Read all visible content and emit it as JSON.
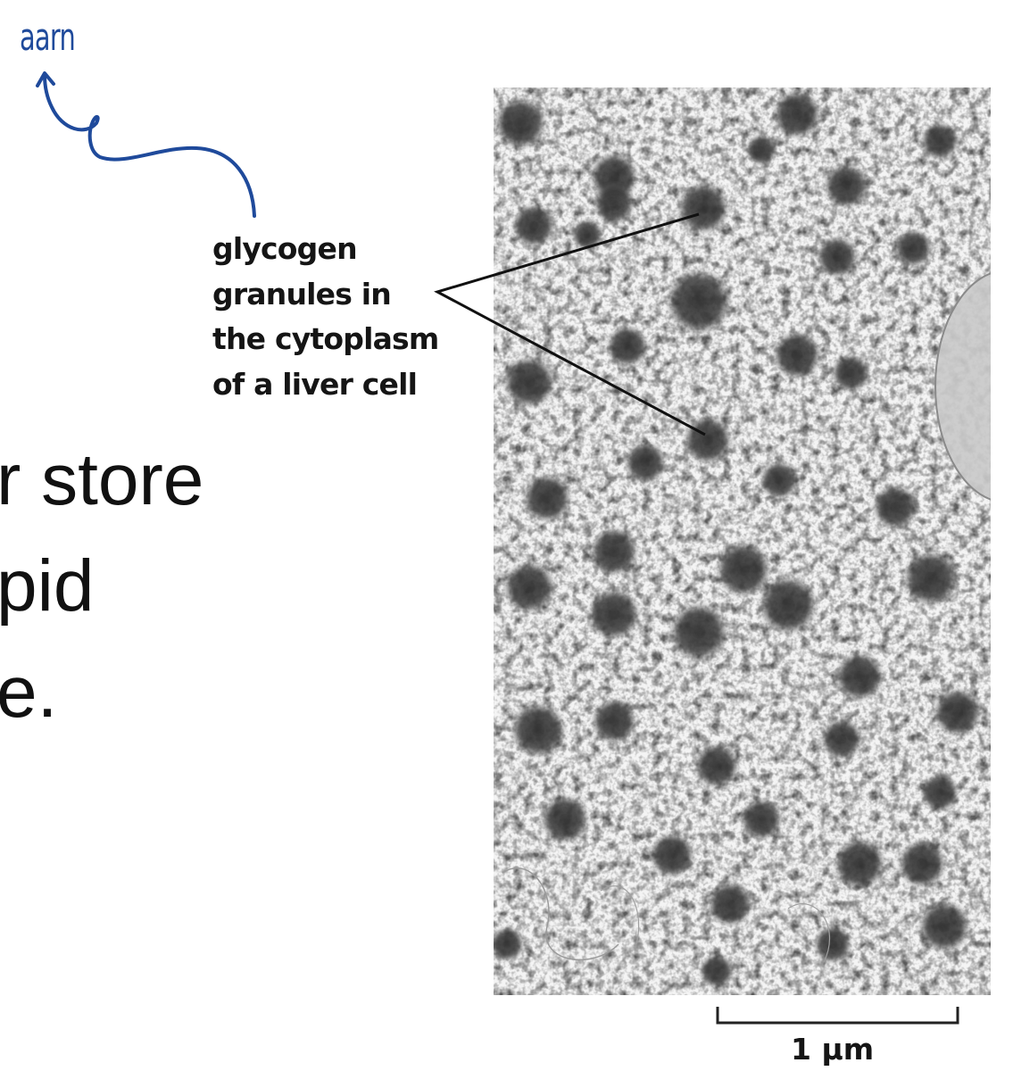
{
  "annotation": {
    "handwritten_text": "aarn",
    "ink_color": "#1f4a9b"
  },
  "figure": {
    "label_lines": [
      "glycogen",
      "granules in",
      "the cytoplasm",
      "of a liver cell"
    ],
    "image_description": "electron micrograph of glycogen granules in liver cell cytoplasm",
    "scale_bar_label": "1 µm"
  },
  "slide": {
    "text_lines": [
      "r store",
      "pid",
      "e."
    ],
    "text_color": "#111111"
  }
}
